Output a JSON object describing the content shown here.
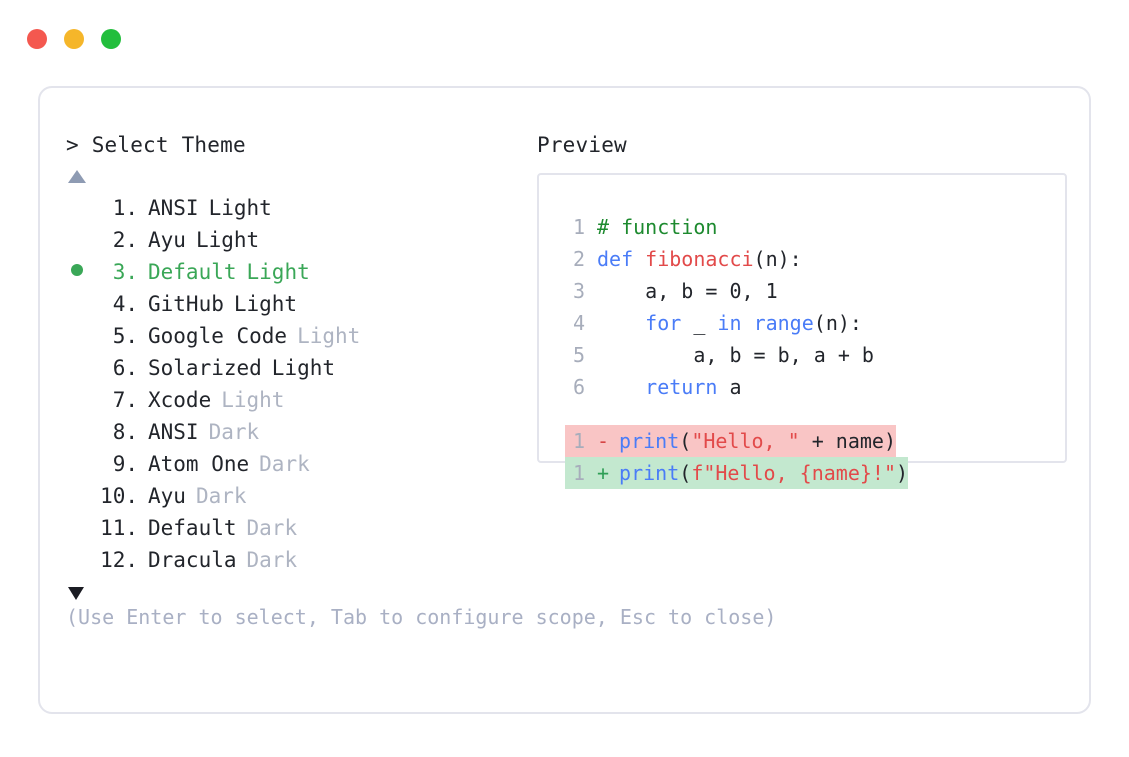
{
  "window": {
    "traffic_lights": [
      {
        "name": "close",
        "color": "#f4584f"
      },
      {
        "name": "minimize",
        "color": "#f5b62a"
      },
      {
        "name": "maximize",
        "color": "#22be3c"
      }
    ]
  },
  "left_panel": {
    "prompt": ">",
    "heading": "Select Theme",
    "scroll_up_icon": "triangle-up-icon",
    "scroll_down_icon": "triangle-down-icon",
    "selected_index": 3,
    "selected_bullet": "●",
    "items": [
      {
        "index": "1.",
        "name": "ANSI",
        "variant": "Light",
        "variant_muted": false,
        "selected": false
      },
      {
        "index": "2.",
        "name": "Ayu",
        "variant": "Light",
        "variant_muted": false,
        "selected": false
      },
      {
        "index": "3.",
        "name": "Default",
        "variant": "Light",
        "variant_muted": false,
        "selected": true
      },
      {
        "index": "4.",
        "name": "GitHub",
        "variant": "Light",
        "variant_muted": false,
        "selected": false
      },
      {
        "index": "5.",
        "name": "Google Code",
        "variant": "Light",
        "variant_muted": true,
        "selected": false
      },
      {
        "index": "6.",
        "name": "Solarized",
        "variant": "Light",
        "variant_muted": false,
        "selected": false
      },
      {
        "index": "7.",
        "name": "Xcode",
        "variant": "Light",
        "variant_muted": true,
        "selected": false
      },
      {
        "index": "8.",
        "name": "ANSI",
        "variant": "Dark",
        "variant_muted": true,
        "selected": false
      },
      {
        "index": "9.",
        "name": "Atom One",
        "variant": "Dark",
        "variant_muted": true,
        "selected": false
      },
      {
        "index": "10.",
        "name": "Ayu",
        "variant": "Dark",
        "variant_muted": true,
        "selected": false
      },
      {
        "index": "11.",
        "name": "Default",
        "variant": "Dark",
        "variant_muted": true,
        "selected": false
      },
      {
        "index": "12.",
        "name": "Dracula",
        "variant": "Dark",
        "variant_muted": true,
        "selected": false
      }
    ],
    "hint": "(Use Enter to select, Tab to configure scope, Esc to close)"
  },
  "right_panel": {
    "heading": "Preview",
    "code_lines": [
      {
        "num": "1",
        "tokens": [
          {
            "t": "# function",
            "c": "comment"
          }
        ]
      },
      {
        "num": "2",
        "tokens": [
          {
            "t": "def ",
            "c": "keyword"
          },
          {
            "t": "fibonacci",
            "c": "func"
          },
          {
            "t": "(n):",
            "c": "plain"
          }
        ]
      },
      {
        "num": "3",
        "tokens": [
          {
            "t": "    a, b = ",
            "c": "plain"
          },
          {
            "t": "0",
            "c": "number"
          },
          {
            "t": ", ",
            "c": "plain"
          },
          {
            "t": "1",
            "c": "number"
          }
        ]
      },
      {
        "num": "4",
        "tokens": [
          {
            "t": "    ",
            "c": "plain"
          },
          {
            "t": "for",
            "c": "keyword"
          },
          {
            "t": " _ ",
            "c": "plain"
          },
          {
            "t": "in",
            "c": "keyword"
          },
          {
            "t": " ",
            "c": "plain"
          },
          {
            "t": "range",
            "c": "builtin"
          },
          {
            "t": "(n):",
            "c": "plain"
          }
        ]
      },
      {
        "num": "5",
        "tokens": [
          {
            "t": "        a, b = b, a + b",
            "c": "plain"
          }
        ]
      },
      {
        "num": "6",
        "tokens": [
          {
            "t": "    ",
            "c": "plain"
          },
          {
            "t": "return",
            "c": "keyword"
          },
          {
            "t": " a",
            "c": "plain"
          }
        ]
      }
    ],
    "diff_lines": [
      {
        "num": "1",
        "sign": "-",
        "kind": "minus",
        "tokens": [
          {
            "t": "print",
            "c": "builtin"
          },
          {
            "t": "(",
            "c": "plain"
          },
          {
            "t": "\"Hello, \"",
            "c": "string"
          },
          {
            "t": " + name)",
            "c": "plain"
          }
        ]
      },
      {
        "num": "1",
        "sign": "+",
        "kind": "plus",
        "tokens": [
          {
            "t": "print",
            "c": "builtin"
          },
          {
            "t": "(",
            "c": "plain"
          },
          {
            "t": "f\"Hello, {name}!\"",
            "c": "string"
          },
          {
            "t": ")",
            "c": "plain"
          }
        ]
      }
    ]
  },
  "colors": {
    "accent_green": "#3aa757",
    "text": "#22252b",
    "muted": "#aeb4c2",
    "hint": "#a9b0c4",
    "border": "#e3e4ec",
    "diff_add_bg": "#c3e8cf",
    "diff_del_bg": "#f9c5c5"
  }
}
